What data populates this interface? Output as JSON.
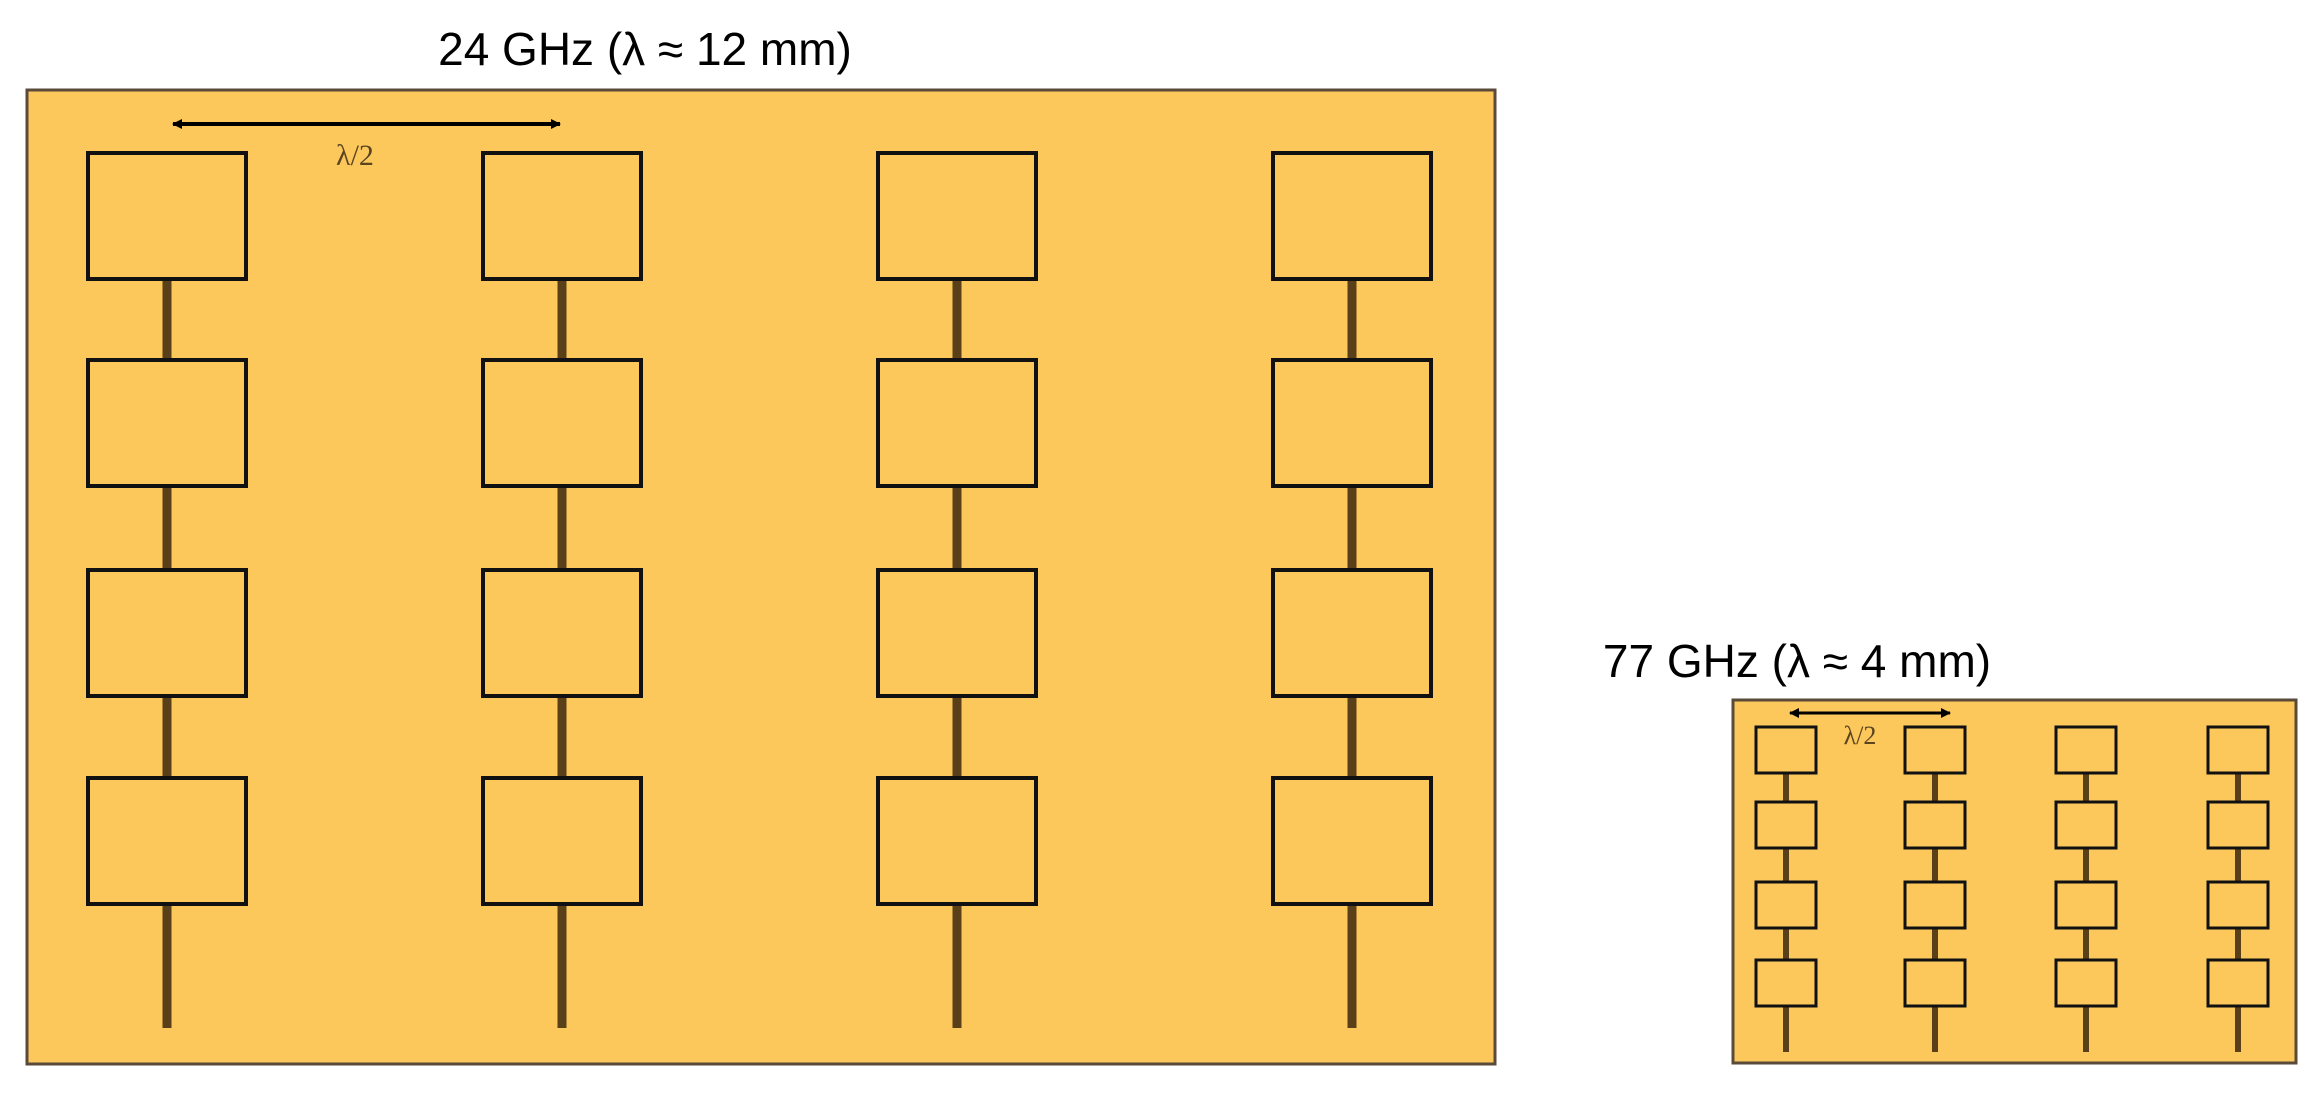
{
  "colors": {
    "board": "#fcc85c",
    "board_edge": "#5a4a3a",
    "trace": "#5a4018",
    "patch_edge": "#111111",
    "arrow": "#000000"
  },
  "panels": [
    {
      "title": "24 GHz (λ ≈ 12 mm)",
      "spacing_label": "λ/2",
      "columns": 4,
      "patches_per_column": 4
    },
    {
      "title": "77 GHz (λ ≈ 4 mm)",
      "spacing_label": "λ/2",
      "columns": 4,
      "patches_per_column": 4
    }
  ]
}
